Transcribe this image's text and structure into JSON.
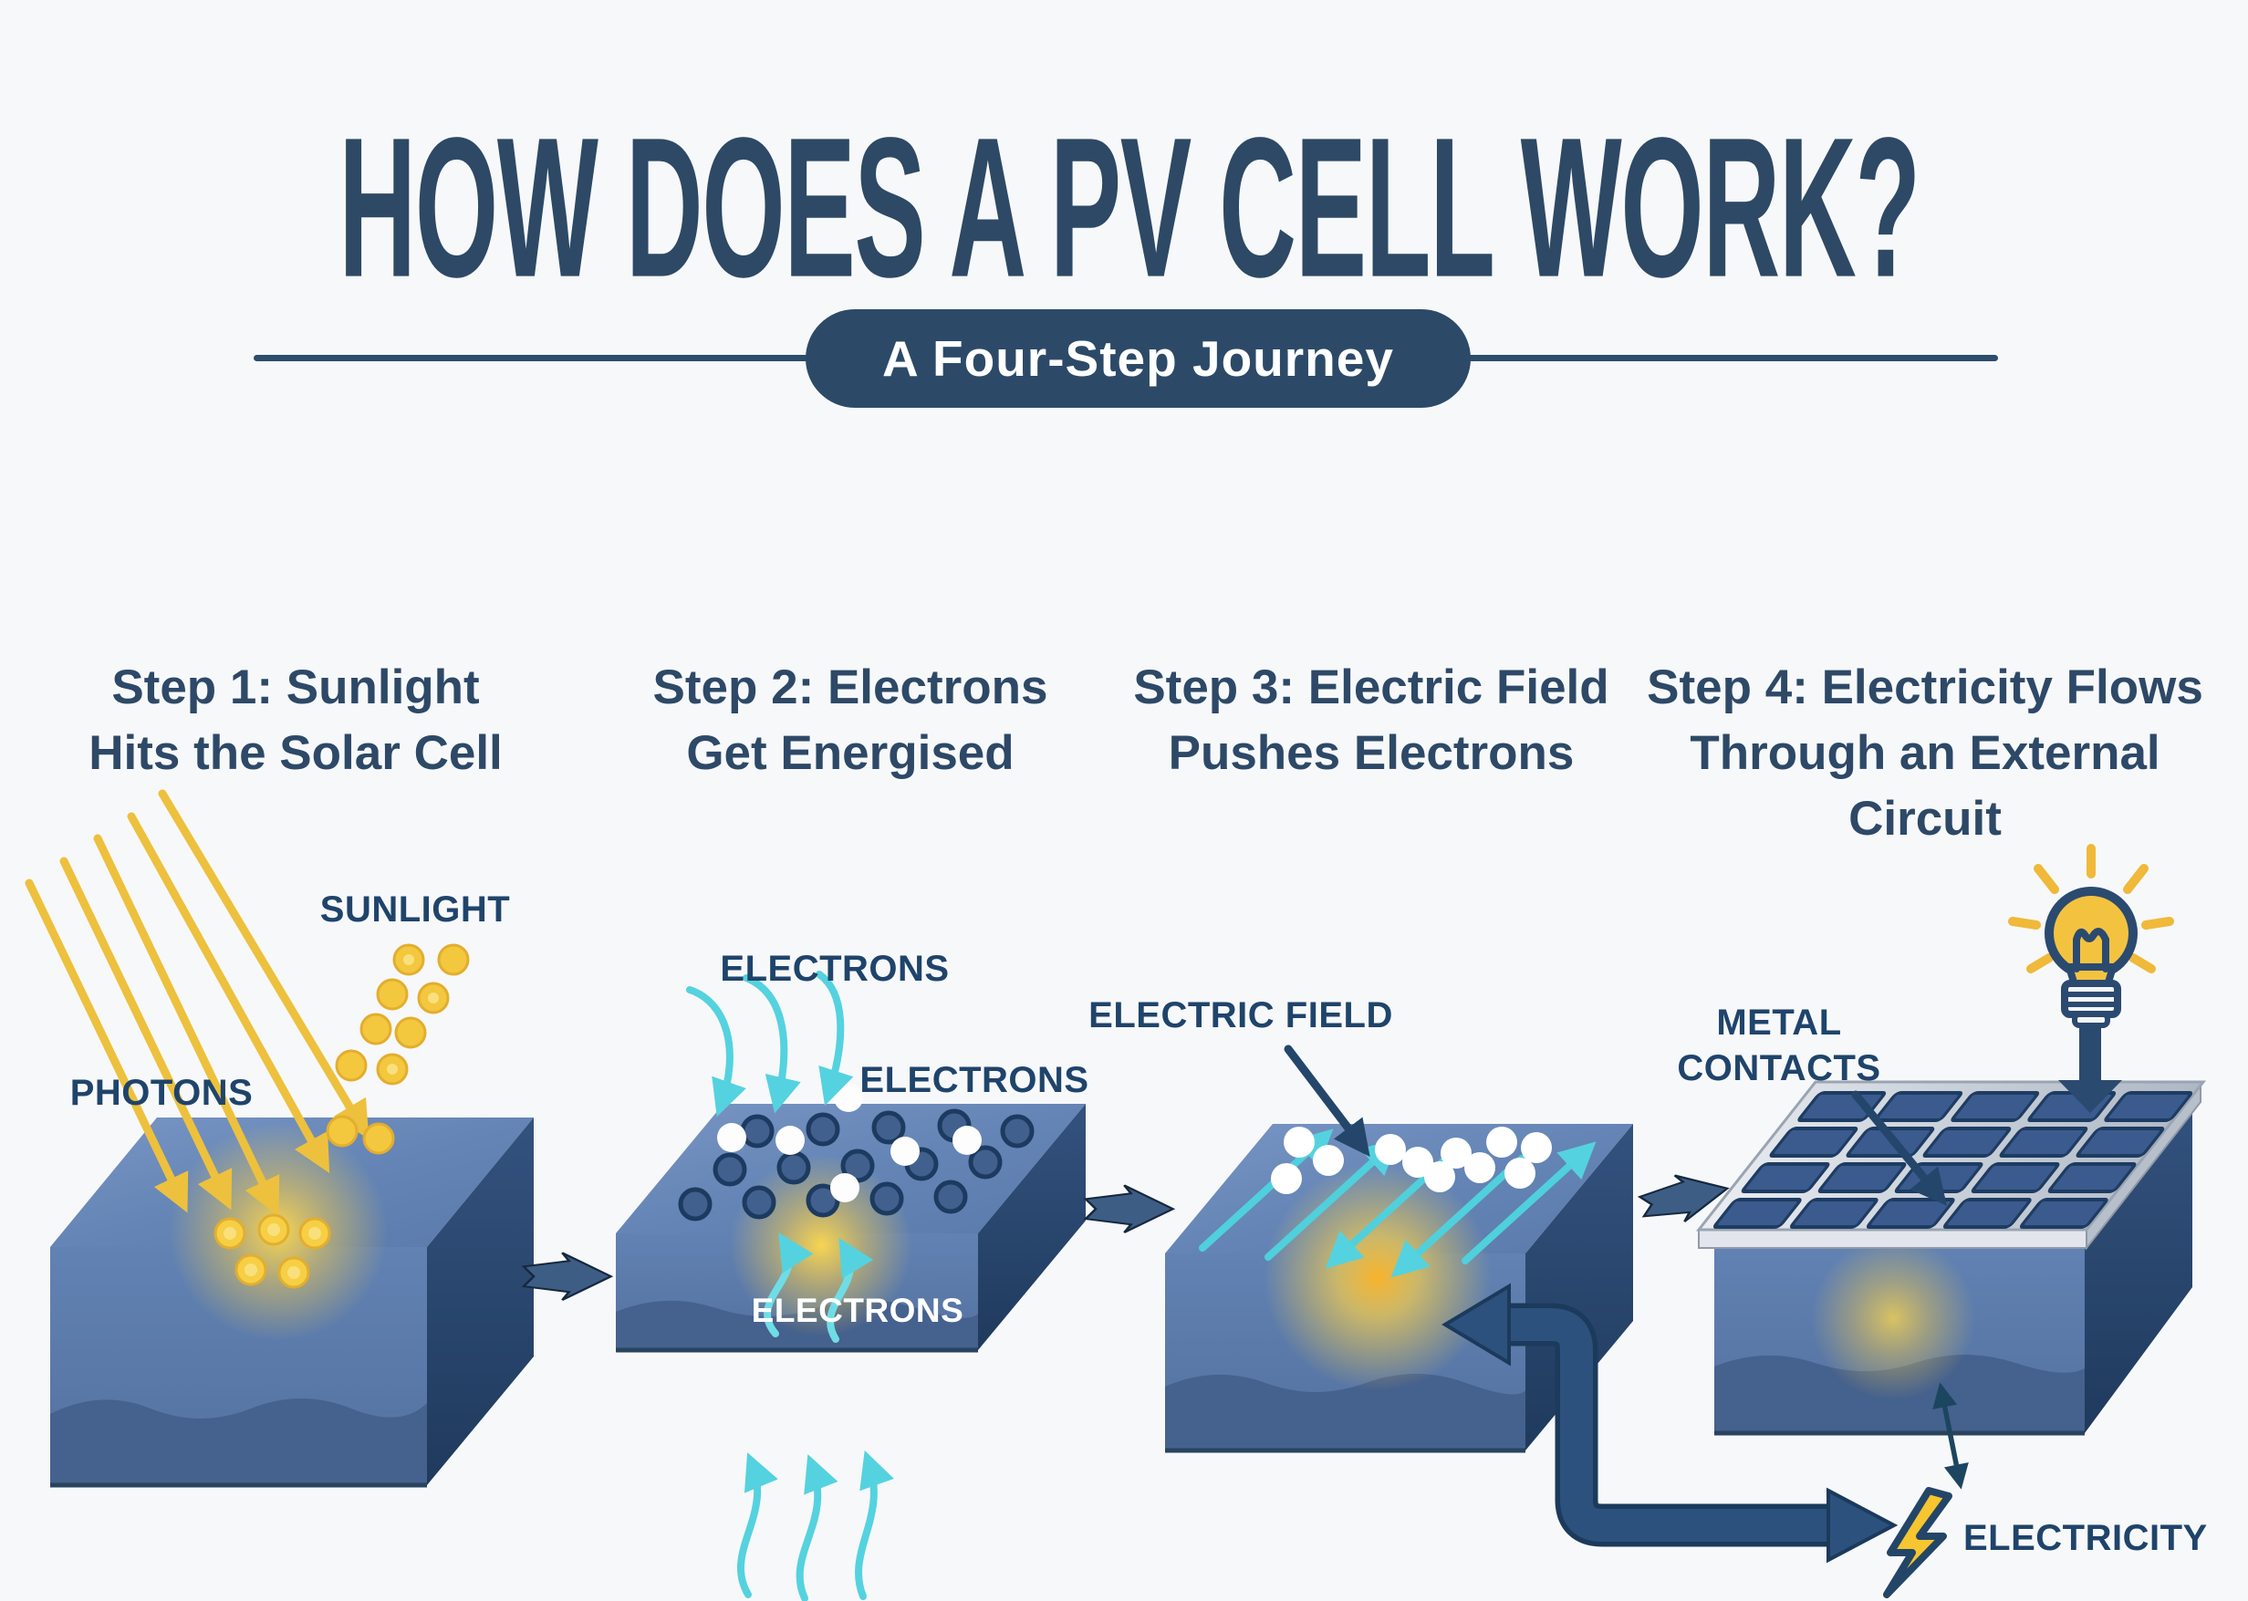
{
  "header": {
    "title": "HOW DOES A PV CELL WORK?",
    "subtitle": "A Four-Step Journey"
  },
  "steps": [
    {
      "id": 1,
      "heading_lines": [
        "Step 1: Sunlight",
        "Hits the Solar Cell"
      ],
      "labels": {
        "sunlight": "SUNLIGHT",
        "photons": "PHOTONS"
      }
    },
    {
      "id": 2,
      "heading_lines": [
        "Step 2: Electrons",
        "Get Energised"
      ],
      "labels": {
        "electrons_top": "ELECTRONS",
        "electrons_right": "ELECTRONS",
        "electrons_front": "ELECTRONS"
      }
    },
    {
      "id": 3,
      "heading_lines": [
        "Step 3: Electric Field",
        "Pushes Electrons"
      ],
      "labels": {
        "electric_field": "ELECTRIC FIELD"
      }
    },
    {
      "id": 4,
      "heading_lines": [
        "Step 4: Electricity Flows",
        "Through an External",
        "Circuit"
      ],
      "labels": {
        "metal_contacts_line1": "METAL",
        "metal_contacts_line2": "CONTACTS",
        "electricity": "ELECTRICITY"
      }
    }
  ],
  "icons": {
    "light_bulb": "light-bulb-icon",
    "lightning_bolt": "lightning-bolt-icon",
    "flow_arrow": "flow-arrow-icon",
    "wire": "external-circuit-wire"
  },
  "colors": {
    "navy_text": "#2d4965",
    "label_navy": "#1f446b",
    "pill_background": "#2c4a68",
    "sun_yellow": "#edc13d",
    "electron_cyan": "#55d2df",
    "block_top": "#6485b6",
    "block_front": "#5b79a9",
    "block_side": "#2c4a75",
    "wave_band": "#45618d",
    "metal_silver": "#c2c9d3",
    "background": "#f7f8fa"
  }
}
